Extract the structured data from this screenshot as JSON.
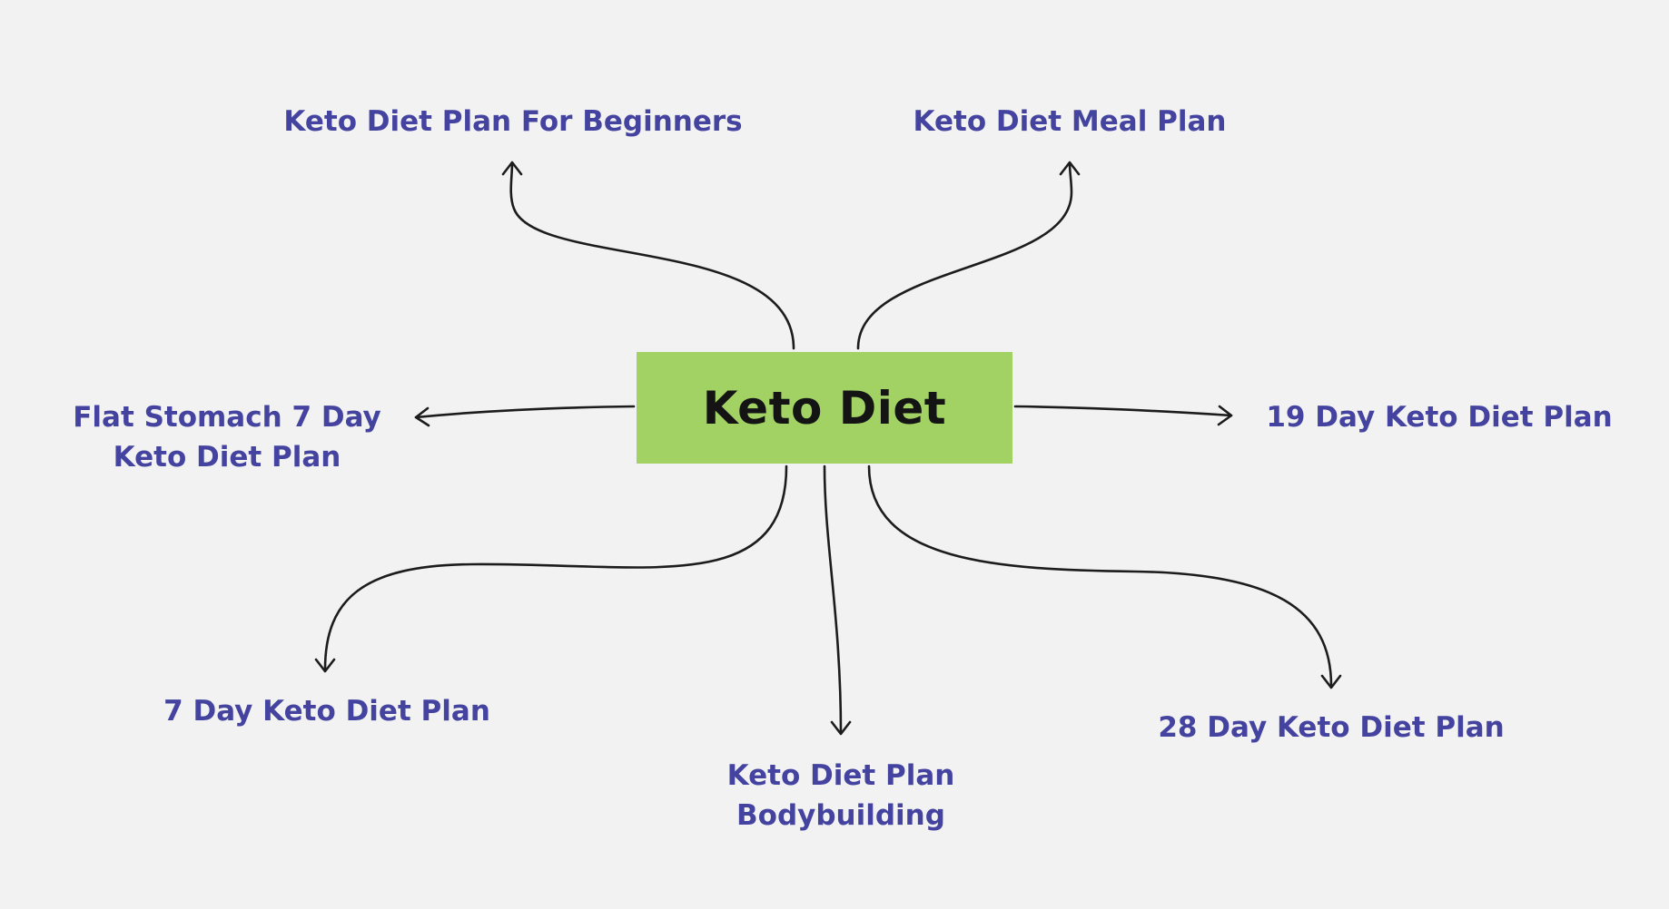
{
  "center": {
    "label": "Keto Diet"
  },
  "nodes": {
    "top_left": "Keto Diet Plan For Beginners",
    "top_right": "Keto Diet Meal Plan",
    "left_line1": "Flat Stomach 7 Day",
    "left_line2": "Keto Diet Plan",
    "right": "19 Day Keto Diet Plan",
    "bottom_left": "7 Day Keto Diet Plan",
    "bottom_center_line1": "Keto Diet Plan",
    "bottom_center_line2": "Bodybuilding",
    "bottom_right": "28 Day Keto Diet Plan"
  },
  "colors": {
    "background": "#f2f2f2",
    "center_fill": "#a2d164",
    "center_text": "#141414",
    "node_text": "#4444a0",
    "connector": "#1c1c1c"
  }
}
